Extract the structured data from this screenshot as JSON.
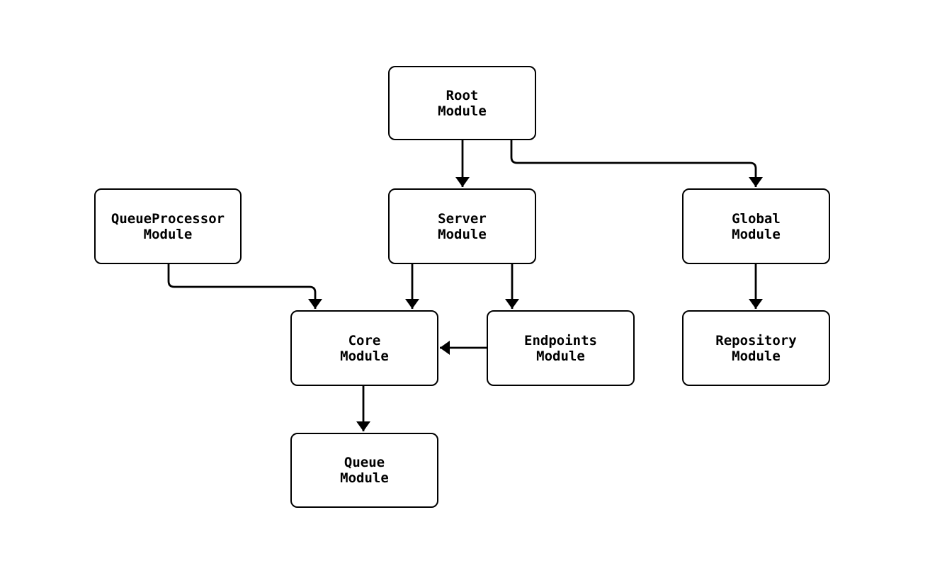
{
  "diagram": {
    "type": "flowchart",
    "direction": "top-down",
    "background_color": "#ffffff",
    "node_fill_color": "#ffffff",
    "node_border_color": "#000000",
    "edge_color": "#000000",
    "text_color": "#000000",
    "nodes": [
      {
        "id": "root",
        "label": "Root\nModule"
      },
      {
        "id": "queueprocessor",
        "label": "QueueProcessor\nModule"
      },
      {
        "id": "server",
        "label": "Server\nModule"
      },
      {
        "id": "global",
        "label": "Global\nModule"
      },
      {
        "id": "core",
        "label": "Core\nModule"
      },
      {
        "id": "endpoints",
        "label": "Endpoints\nModule"
      },
      {
        "id": "repository",
        "label": "Repository\nModule"
      },
      {
        "id": "queue",
        "label": "Queue\nModule"
      }
    ],
    "edges": [
      {
        "from": "root",
        "to": "server"
      },
      {
        "from": "root",
        "to": "global"
      },
      {
        "from": "queueprocessor",
        "to": "core"
      },
      {
        "from": "server",
        "to": "core"
      },
      {
        "from": "server",
        "to": "endpoints"
      },
      {
        "from": "endpoints",
        "to": "core"
      },
      {
        "from": "global",
        "to": "repository"
      },
      {
        "from": "core",
        "to": "queue"
      }
    ]
  }
}
